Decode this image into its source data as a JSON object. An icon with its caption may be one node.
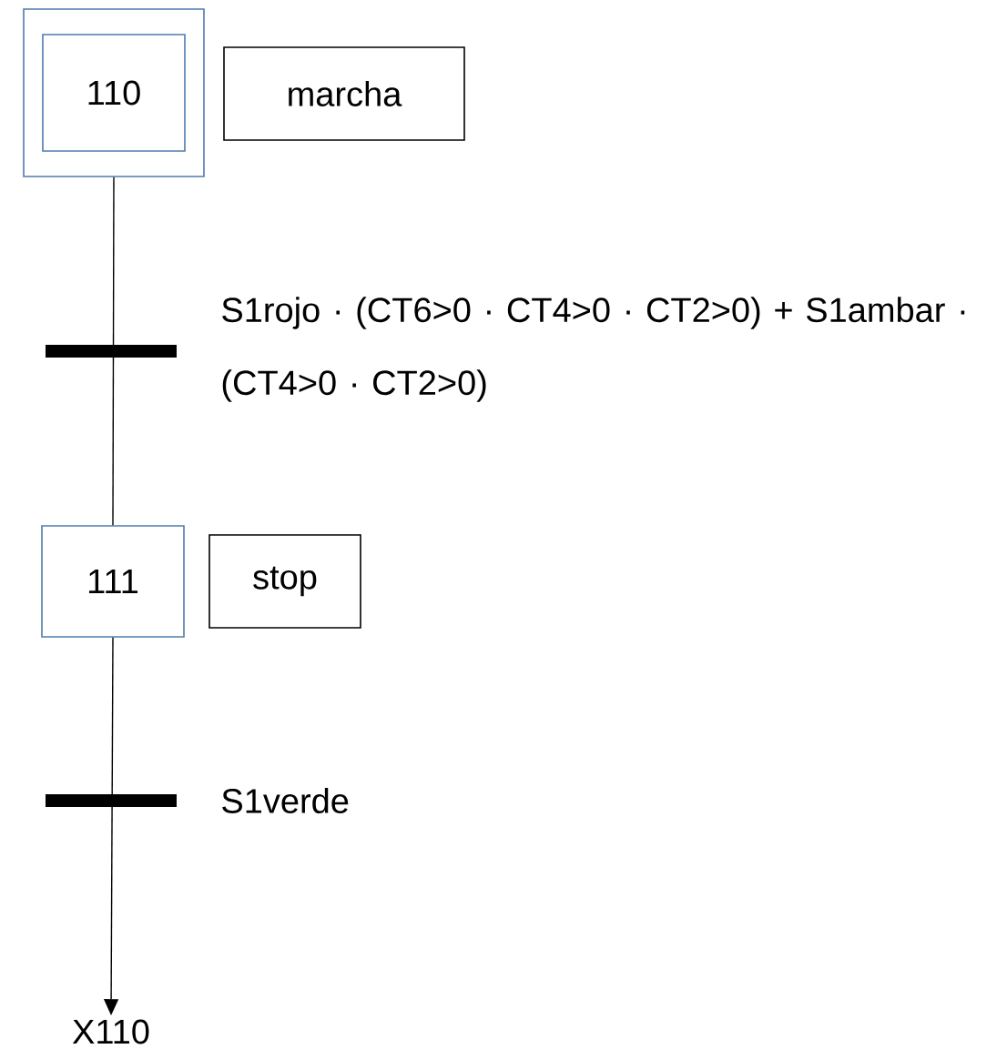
{
  "diagram": {
    "nodes": [
      {
        "text": [
          "110"
        ]
      },
      {
        "text": [
          "marcha"
        ]
      },
      {
        "text": [
          "111"
        ]
      },
      {
        "text": [
          "stop"
        ]
      },
      {
        "text": [
          "X110"
        ]
      }
    ],
    "edges": [
      {
        "from": 0,
        "to": 2,
        "arrow": "none",
        "label": "S1rojo · (CT6>0 · CT4>0 · CT2>0) + S1ambar · (CT4>0 · CT2>0)"
      },
      {
        "from": 2,
        "to": 4,
        "arrow": "to",
        "label": "S1verde"
      }
    ]
  }
}
